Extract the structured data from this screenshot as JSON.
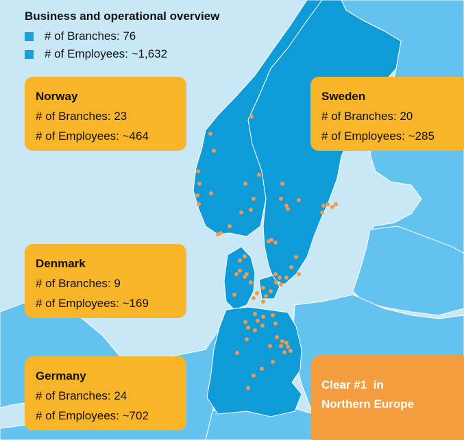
{
  "overview": {
    "title": "Business and operational overview",
    "branches": "# of Branches: 76",
    "employees": "# of Employees: ~1,632",
    "marker_color": "#1a9fdc"
  },
  "regions": [
    {
      "name": "Norway",
      "branches": "# of Branches: 23",
      "employees": "# of Employees: ~464"
    },
    {
      "name": "Sweden",
      "branches": "# of Branches: 20",
      "employees": "# of Employees: ~285"
    },
    {
      "name": "Denmark",
      "branches": "# of Branches: 9",
      "employees": "# of Employees: ~169"
    },
    {
      "name": "Germany",
      "branches": "# of Branches: 24",
      "employees": "# of Employees: ~702"
    }
  ],
  "badge": {
    "line1": "Clear #1  in",
    "line2": "Northern Europe"
  },
  "colors": {
    "sea": "#c9e8f6",
    "other_land": "#63c2ee",
    "focus_land": "#0f9ad8",
    "card": "#f8b52a",
    "badge": "#f49d3f",
    "branch_dot": "#f19a4d"
  }
}
